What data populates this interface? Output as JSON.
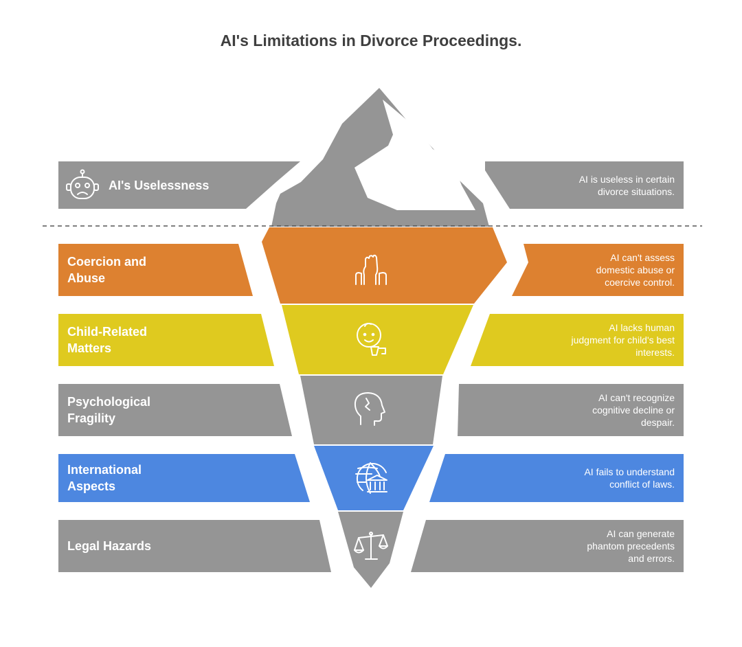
{
  "title": "AI's Limitations in Divorce Proceedings.",
  "colors": {
    "gray": "#959595",
    "orange": "#dd8130",
    "yellow": "#dfca1f",
    "blue": "#4d87e0",
    "background": "#ffffff",
    "title_text": "#3f3f3f"
  },
  "tip": {
    "name": "AI's Uselessness",
    "icon": "robot-icon",
    "description": "AI is useless in certain\ndivorce situations."
  },
  "layers": [
    {
      "name": "Coercion and\nAbuse",
      "icon": "raised-fists-icon",
      "color": "#dd8130",
      "description": "AI can't assess\ndomestic abuse or\ncoercive control."
    },
    {
      "name": "Child-Related\nMatters",
      "icon": "child-face-icon",
      "color": "#dfca1f",
      "description": "AI lacks human\njudgment for child's best\ninterests."
    },
    {
      "name": "Psychological\nFragility",
      "icon": "cracked-head-icon",
      "color": "#959595",
      "description": "AI can't recognize\ncognitive decline or\ndespair."
    },
    {
      "name": "International\nAspects",
      "icon": "globe-courthouse-icon",
      "color": "#4d87e0",
      "description": "AI fails to understand\nconflict of laws."
    },
    {
      "name": "Legal Hazards",
      "icon": "scales-icon",
      "color": "#959595",
      "description": "AI can generate\nphantom precedents\nand errors."
    }
  ]
}
